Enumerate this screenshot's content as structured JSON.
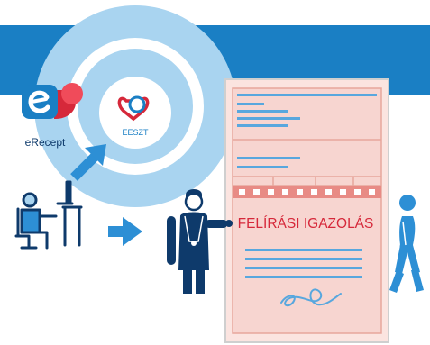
{
  "erecept": {
    "label": "eRecept"
  },
  "eeszt": {
    "label": "EESZT"
  },
  "document": {
    "title": "FELÍRÁSI IGAZOLÁS"
  },
  "colors": {
    "banner": "#1a7fc4",
    "ring": "#a9d4f0",
    "accent_blue": "#2d8fd5",
    "navy": "#0e3a6b",
    "doc_pink": "#f7d5d0",
    "doc_border": "#e7a69c",
    "doc_red": "#d6283a",
    "lines": "#58a7de"
  }
}
